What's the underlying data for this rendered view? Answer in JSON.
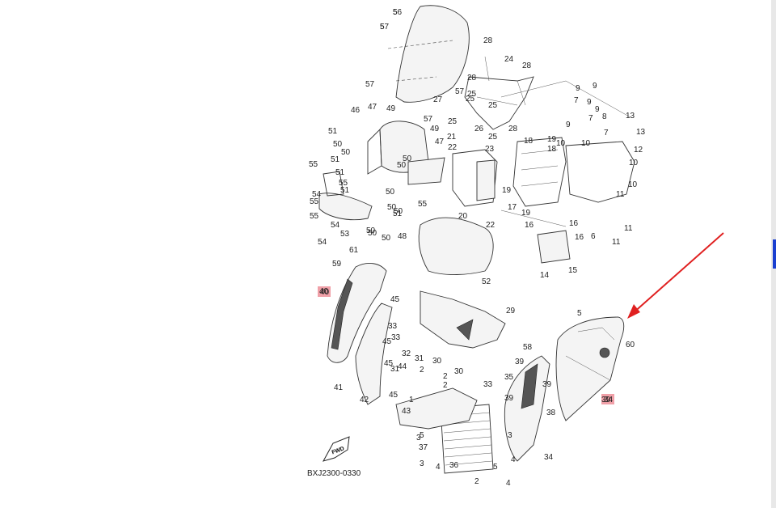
{
  "diagram_code": "BXJ2300-0330",
  "fwd_label": "FWD",
  "colors": {
    "highlight": "#f0a0a8",
    "arrow": "#e02020",
    "scroll_thumb": "#1a3fd0"
  },
  "highlighted_callouts": [
    "40",
    "34"
  ],
  "callouts": [
    "56",
    "57",
    "28",
    "24",
    "28",
    "57",
    "28",
    "25",
    "57",
    "27",
    "25",
    "25",
    "57",
    "25",
    "21",
    "26",
    "25",
    "28",
    "46",
    "47",
    "49",
    "51",
    "50",
    "49",
    "50",
    "47",
    "22",
    "23",
    "55",
    "51",
    "51",
    "50",
    "55",
    "51",
    "54",
    "50",
    "50",
    "51",
    "50",
    "55",
    "55",
    "54",
    "50",
    "48",
    "54",
    "53",
    "50",
    "50",
    "50",
    "55",
    "9",
    "9",
    "7",
    "9",
    "9",
    "7",
    "8",
    "13",
    "9",
    "7",
    "10",
    "10",
    "18",
    "18",
    "13",
    "19",
    "12",
    "10",
    "10",
    "11",
    "19",
    "17",
    "19",
    "20",
    "22",
    "16",
    "16",
    "6",
    "11",
    "16",
    "11",
    "14",
    "15",
    "52",
    "61",
    "59",
    "40",
    "45",
    "29",
    "33",
    "45",
    "31",
    "32",
    "31",
    "30",
    "33",
    "45",
    "44",
    "2",
    "2",
    "30",
    "33",
    "41",
    "42",
    "45",
    "1",
    "2",
    "3",
    "43",
    "5",
    "3",
    "4",
    "2",
    "4",
    "5",
    "60",
    "58",
    "39",
    "39",
    "39",
    "35",
    "39",
    "38",
    "34",
    "37",
    "36",
    "3",
    "4",
    "5",
    "5",
    "5"
  ]
}
